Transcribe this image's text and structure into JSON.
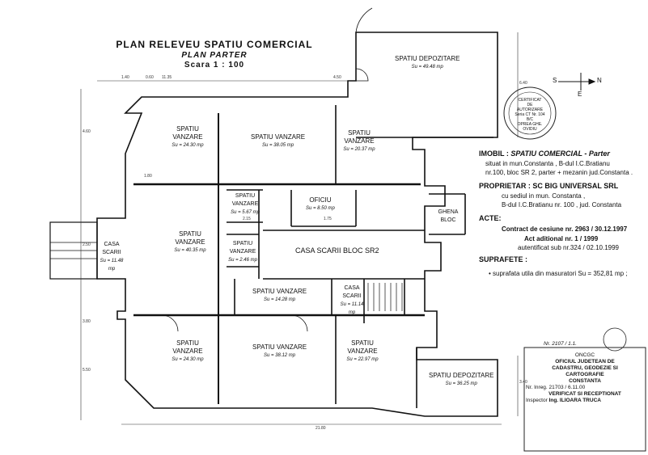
{
  "title": {
    "line1": "PLAN RELEVEU SPATIU COMERCIAL",
    "line2": "PLAN PARTER",
    "line3": "Scara 1 : 100"
  },
  "info": {
    "imobil_label": "IMOBIL :",
    "imobil_value": "SPATIU COMERCIAL - Parter",
    "imobil_line2": "situat in mun.Constanta , B-dul I.C.Bratianu",
    "imobil_line3": "nr.100, bloc SR 2, parter + mezanin jud.Constanta .",
    "proprietar_label": "PROPRIETAR :",
    "proprietar_value": "SC BIG UNIVERSAL SRL",
    "proprietar_line2": "cu sediul in mun. Constanta ,",
    "proprietar_line3": "B-dul I.C.Bratianu nr. 100 , jud. Constanta",
    "acte_label": "ACTE:",
    "acte_line1": "Contract de cesiune nr. 2963 / 30.12.1997",
    "acte_line2": "Act aditional nr. 1 / 1999",
    "acte_line3": "autentificat sub nr.324 / 02.10.1999",
    "suprafete_label": "SUPRAFETE :",
    "suprafete_line": "suprafata utila din masuratori  Su = 352,81 mp ;"
  },
  "rooms": {
    "depozitare_top": {
      "name": "SPATIU DEPOZITARE",
      "area": "Su = 49.48 mp"
    },
    "vanzare_tl": {
      "name": "SPATIU VANZARE",
      "area": "Su = 24.30 mp"
    },
    "vanzare_tc": {
      "name": "SPATIU VANZARE",
      "area": "Su = 38.05 mp"
    },
    "vanzare_tr": {
      "name": "SPATIU VANZARE",
      "area": "Su = 20.37 mp"
    },
    "vanzare_small1": {
      "name": "SPATIU VANZARE",
      "area": "Su = 5.67 mp"
    },
    "oficiu": {
      "name": "OFICIU",
      "area": "Su = 8.50 mp"
    },
    "ghena": {
      "name": "GHENA BLOC"
    },
    "casa_scarii_left": {
      "name": "CASA SCARII",
      "area": "Su = 11.48 mp"
    },
    "vanzare_ml": {
      "name": "SPATIU VANZARE",
      "area": "Su = 40.35 mp"
    },
    "vanzare_small2": {
      "name": "SPATIU VANZARE",
      "area": "Su = 2.46 mp"
    },
    "casa_scarii_bloc": {
      "name": "CASA SCARII  BLOC SR2"
    },
    "vanzare_mc": {
      "name": "SPATIU VANZARE",
      "area": "Su = 14.28 mp"
    },
    "casa_scarii_small": {
      "name": "CASA SCARII",
      "area": "Su = 11.14 mp"
    },
    "vanzare_bl": {
      "name": "SPATIU VANZARE",
      "area": "Su = 24.30 mp"
    },
    "vanzare_bc": {
      "name": "SPATIU VANZARE",
      "area": "Su = 38.12 mp"
    },
    "vanzare_br": {
      "name": "SPATIU VANZARE",
      "area": "Su = 22.97 mp"
    },
    "depozitare_br": {
      "name": "SPATIU DEPOZITARE",
      "area": "Su = 36.25 mp"
    }
  },
  "dimensions": {
    "d1": "11.35",
    "d2": "4.50",
    "d3": "6.40",
    "d4": "21.80",
    "d5": "1.80",
    "d6": "5.50",
    "d7": "2.50",
    "d8": "3.80",
    "d9": "4.60",
    "d10": "1.40",
    "d11": "0.60",
    "d12": "3.40",
    "d13": "2.15",
    "d14": "1.75"
  },
  "compass": {
    "s": "S",
    "n": "N",
    "e": "E"
  },
  "stamp_top": {
    "line1": "CERTIFICAT",
    "line2": "DE",
    "line3": "AUTORIZARE",
    "line4": "Seria CT Nr. 104",
    "line5": "B/C",
    "line6": "OPREA GHE.",
    "line7": "OVIDIU"
  },
  "stamp_bottom": {
    "ref": "Nr. 2107 / 1.1.",
    "line1": "ONCGC",
    "line2": "OFICIUL JUDETEAN DE",
    "line3": "CADASTRU, GEODEZIE SI",
    "line4": "CARTOGRAFIE",
    "line5": "CONSTANTA",
    "reg": "Nr. Inreg. 21703 / 6.11.00",
    "line6": "VERIFICAT SI RECEPTIONAT",
    "inspector_label": "Inspector",
    "inspector": "Ing. ILIOARA TRUCA"
  }
}
